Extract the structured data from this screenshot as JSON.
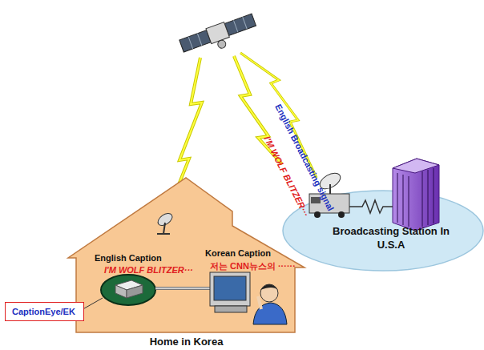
{
  "diagram": {
    "nodes": [
      {
        "text": [
          "Home in Korea"
        ]
      },
      {
        "text": [
          "CaptionEye/EK"
        ]
      },
      {
        "text": [
          "Broadcasting Station In U.S.A"
        ]
      }
    ],
    "labels": [
      "English Broadcasting signal",
      "I'M WOLF BLITZER···",
      "English Caption",
      "I'M WOLF BLITZER···",
      "Korean Caption",
      "저는 CNN뉴스의 ······"
    ]
  }
}
